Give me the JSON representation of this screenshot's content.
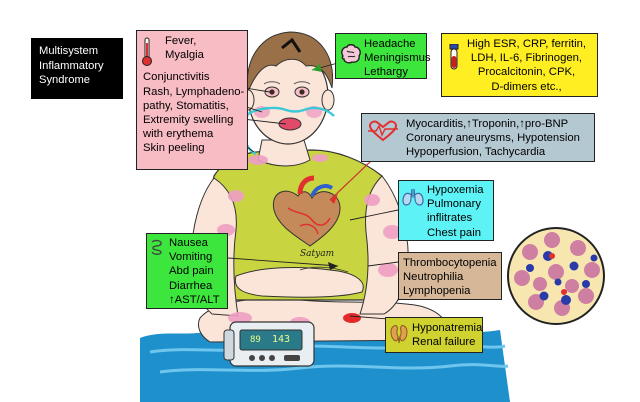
{
  "title_box": {
    "lines": [
      "Multisystem",
      "Inflammatory",
      "Syndrome"
    ]
  },
  "constitutional": {
    "lines": [
      "Fever,",
      "Myalgia"
    ],
    "icon": "thermometer-icon"
  },
  "mucocutaneous": {
    "lines": [
      "Conjunctivitis",
      "Rash, Lymphadeno-",
      "pathy, Stomatitis,",
      "Extremity swelling",
      "with erythema",
      "Skin peeling"
    ]
  },
  "neuro": {
    "lines": [
      "Headache",
      "Meningismus",
      "Lethargy"
    ],
    "icon": "brain-icon"
  },
  "labs": {
    "lines": [
      "High ESR, CRP, ferritin,",
      "LDH, IL-6, Fibrinogen,",
      "Procalcitonin, CPK,",
      "D-dimers etc.,"
    ],
    "icon": "blood-tube-icon"
  },
  "cardiac": {
    "line1_a": "Myocarditis,",
    "line1_arrow": "↑",
    "line1_b": "Troponin,",
    "line1_arrow2": "↑",
    "line1_c": "pro-BNP",
    "lines": [
      "Coronary aneurysms, Hypotension",
      "Hypoperfusion, Tachycardia"
    ],
    "icon": "heartbeat-icon"
  },
  "respiratory": {
    "lines": [
      "Hypoxemia",
      "Pulmonary",
      "inflitrates",
      "Chest pain"
    ],
    "icon": "lungs-icon"
  },
  "gastro": {
    "lines": [
      "Nausea",
      "Vomiting",
      "Abd pain",
      "Diarrhea",
      "↑AST/ALT"
    ],
    "icon": "intestine-icon"
  },
  "hematologic": {
    "lines": [
      "Thrombocytopenia",
      "Neutrophilia",
      "Lymphopenia"
    ]
  },
  "renal": {
    "lines": [
      "Hyponatremia",
      "Renal failure"
    ],
    "icon": "kidney-icon"
  },
  "monitor": {
    "reading_left": "89",
    "reading_right": "143"
  },
  "signature": "Satyam",
  "colors": {
    "pink_box": "#f8bcc4",
    "green_box": "#3ce63c",
    "yellow_box": "#ffee22",
    "grey_box": "#b4c8d2",
    "cyan_box": "#5cf2f6",
    "tan_box": "#d6b898",
    "olive_box": "#d0d230",
    "shirt": "#c8d440",
    "skin": "#fbe5d8",
    "rash": "#ef9fc4",
    "water": "#1e90cc"
  }
}
